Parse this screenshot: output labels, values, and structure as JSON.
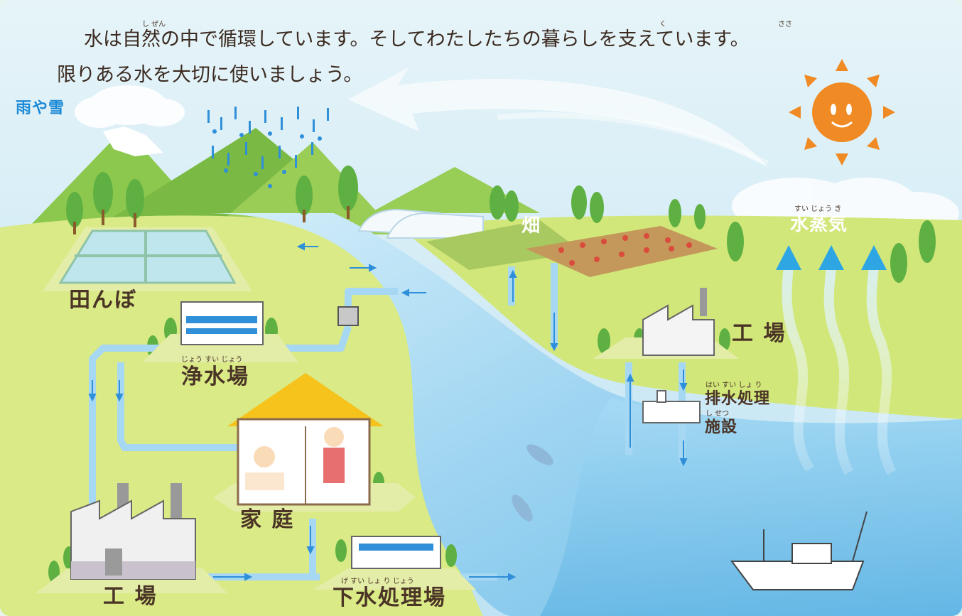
{
  "headline": {
    "line1": "水は自然の中で循環しています。そしてわたしたちの暮らしを支えています。",
    "line2": "限りある水を大切に使いましょう。"
  },
  "ruby": {
    "shizen": "し ぜん",
    "kura": "く",
    "sasa": "ささ",
    "suijouki": "すい じょう き",
    "jousuijou": "じょう すい じょう",
    "haisuishori": "はい すい しょ り",
    "shisetsu": "し せつ",
    "gesuishorijou": "げ  すい  しょ  り  じょう"
  },
  "labels": {
    "rain_snow": "雨や雪",
    "water_vapor": "水蒸気",
    "field": "畑",
    "rice_paddy": "田んぼ",
    "factory_right": "工 場",
    "water_purification_plant": "浄水場",
    "wastewater_treatment_1": "排水処理",
    "wastewater_treatment_2": "施設",
    "home": "家 庭",
    "factory_left": "工 場",
    "sewage_treatment_plant": "下水処理場"
  },
  "colors": {
    "sky": "#cdeaf6",
    "river": "#8fcbee",
    "pipe": "#a7d8f3",
    "arrow": "#2f8fd8",
    "grass": "#d6e87a",
    "text": "#4a3426",
    "rain_label": "#1c8ad6",
    "sun": "#f08a24"
  }
}
